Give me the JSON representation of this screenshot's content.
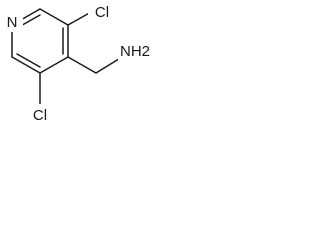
{
  "molecule": {
    "atoms": {
      "nitrogen": "N",
      "chlorine_top": "Cl",
      "chlorine_bottom": "Cl",
      "amine": "NH2"
    },
    "line_color": "#1a1a1a",
    "background_color": "#ffffff"
  }
}
